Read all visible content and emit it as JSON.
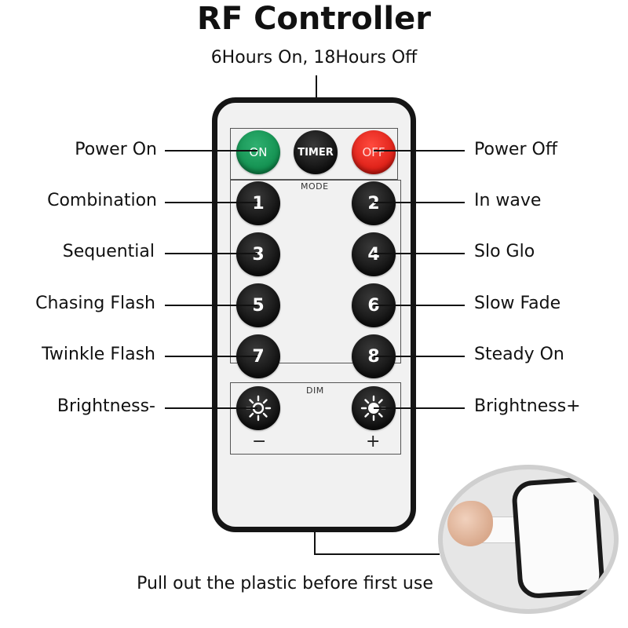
{
  "title": "RF Controller",
  "subtitle": "6Hours On, 18Hours Off",
  "labels_left": [
    "Power On",
    "Combination",
    "Sequential",
    "Chasing Flash",
    "Twinkle Flash",
    "Brightness-"
  ],
  "labels_right": [
    "Power Off",
    "In wave",
    "Slo Glo",
    "Slow Fade",
    "Steady On",
    "Brightness+"
  ],
  "remote": {
    "on": "ON",
    "timer": "TIMER",
    "off": "OFF",
    "mode_caption": "MODE",
    "dim_caption": "DIM",
    "numbers": [
      "1",
      "2",
      "3",
      "4",
      "5",
      "6",
      "7",
      "8"
    ],
    "minus": "−",
    "plus": "+"
  },
  "bottom_caption": "Pull out the plastic before first use",
  "colors": {
    "on": "#0f8c4c",
    "off": "#d91a12",
    "button": "#101010",
    "remote_frame": "#151515"
  },
  "icons": {
    "dim_down": "sun-outline-icon",
    "dim_up": "sun-filled-icon"
  }
}
